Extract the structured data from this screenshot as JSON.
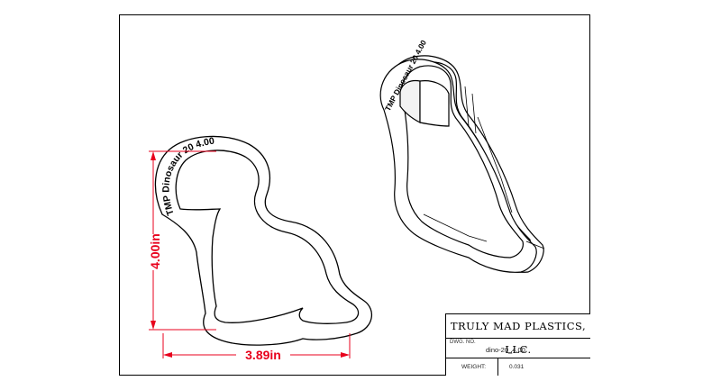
{
  "drawing": {
    "cutter_engraving": "TMP Dinosaur 20  4.00",
    "height_dimension": "4.00in",
    "width_dimension": "3.89in",
    "dimension_color": "#e8001c"
  },
  "title_block": {
    "company": "TRULY MAD PLASTICS, LLC.",
    "dwg_no_label": "DWG.  NO.",
    "dwg_no_value": "dino-20_4.00",
    "weight_label": "WEIGHT:",
    "weight_value": "0.031"
  }
}
